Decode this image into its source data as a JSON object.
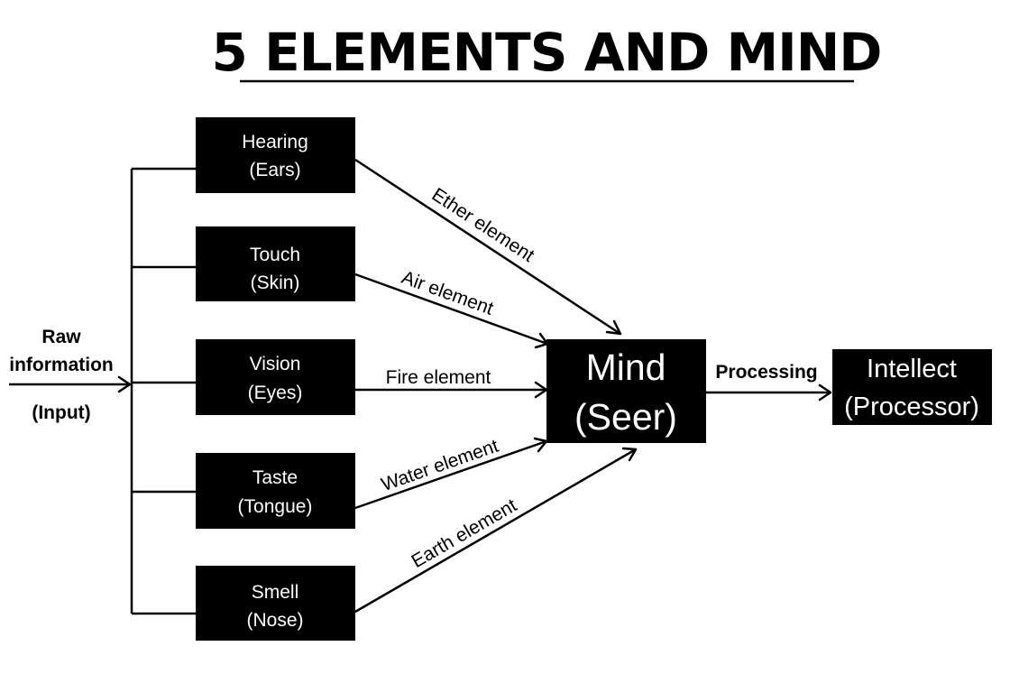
{
  "title": "5 ELEMENTS AND MIND",
  "input": {
    "line1": "Raw",
    "line2": "information",
    "line3": "(Input)"
  },
  "senses": [
    {
      "name": "Hearing",
      "organ": "(Ears)",
      "element": "Ether element"
    },
    {
      "name": "Touch",
      "organ": "(Skin)",
      "element": "Air element"
    },
    {
      "name": "Vision",
      "organ": "(Eyes)",
      "element": "Fire element"
    },
    {
      "name": "Taste",
      "organ": "(Tongue)",
      "element": "Water element"
    },
    {
      "name": "Smell",
      "organ": "(Nose)",
      "element": "Earth element"
    }
  ],
  "mind": {
    "line1": "Mind",
    "line2": "(Seer)"
  },
  "processing_label": "Processing",
  "intellect": {
    "line1": "Intellect",
    "line2": "(Processor)"
  },
  "colors": {
    "box_fill": "#000000",
    "box_text": "#ffffff",
    "line": "#000000",
    "background": "#ffffff"
  }
}
